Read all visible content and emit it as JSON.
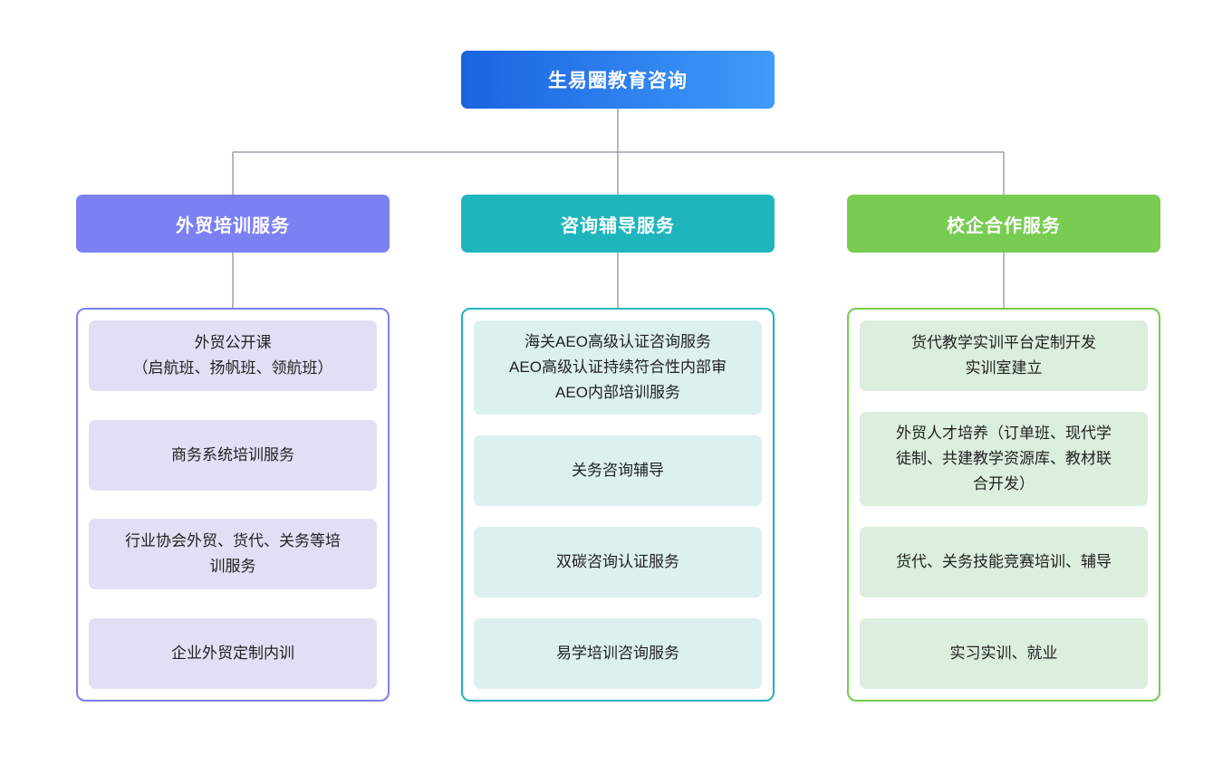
{
  "diagram": {
    "type": "organizational-tree",
    "root": {
      "label": "生易圈教育咨询",
      "color_start": "#1a64e0",
      "color_end": "#409bfb"
    },
    "connector_color": "#9aa0ac",
    "branches": [
      {
        "header": "外贸培训服务",
        "header_color": "#7b80f2",
        "border_color": "#7c7ff0",
        "leaf_color": "#e2dff5",
        "items": [
          "外贸公开课\n（启航班、扬帆班、领航班）",
          "商务系统培训服务",
          "行业协会外贸、货代、关务等培\n训服务",
          "企业外贸定制内训"
        ]
      },
      {
        "header": "咨询辅导服务",
        "header_color": "#1fb5bd",
        "border_color": "#1bb3bd",
        "leaf_color": "#ddf0f0",
        "items": [
          "海关AEO高级认证咨询服务\nAEO高级认证持续符合性内部审\nAEO内部培训服务",
          "关务咨询辅导",
          "双碳咨询认证服务",
          "易学培训咨询服务"
        ]
      },
      {
        "header": "校企合作服务",
        "header_color": "#79cc52",
        "border_color": "#72cc4a",
        "leaf_color": "#dceedd",
        "items": [
          "货代教学实训平台定制开发\n实训室建立",
          "外贸人才培养（订单班、现代学\n徒制、共建教学资源库、教材联\n合开发）",
          "货代、关务技能竞赛培训、辅导",
          "实习实训、就业"
        ]
      }
    ]
  }
}
